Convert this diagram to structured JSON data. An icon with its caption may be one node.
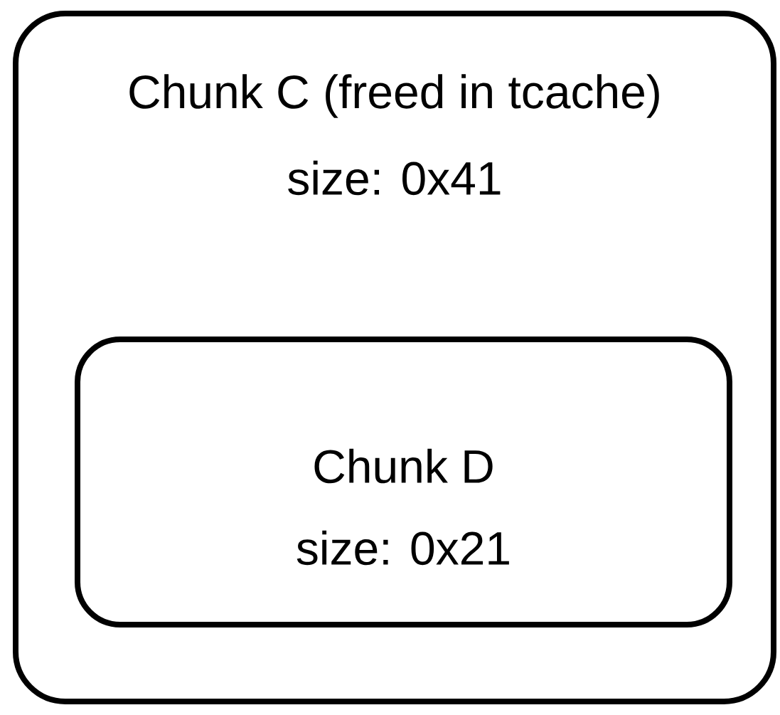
{
  "diagram": {
    "nodes": [
      {
        "text": [
          "Chunk C (freed in tcache)",
          "size: 0x41"
        ]
      },
      {
        "text": [
          "Chunk D",
          "size: 0x21"
        ],
        "in": 0
      }
    ]
  }
}
